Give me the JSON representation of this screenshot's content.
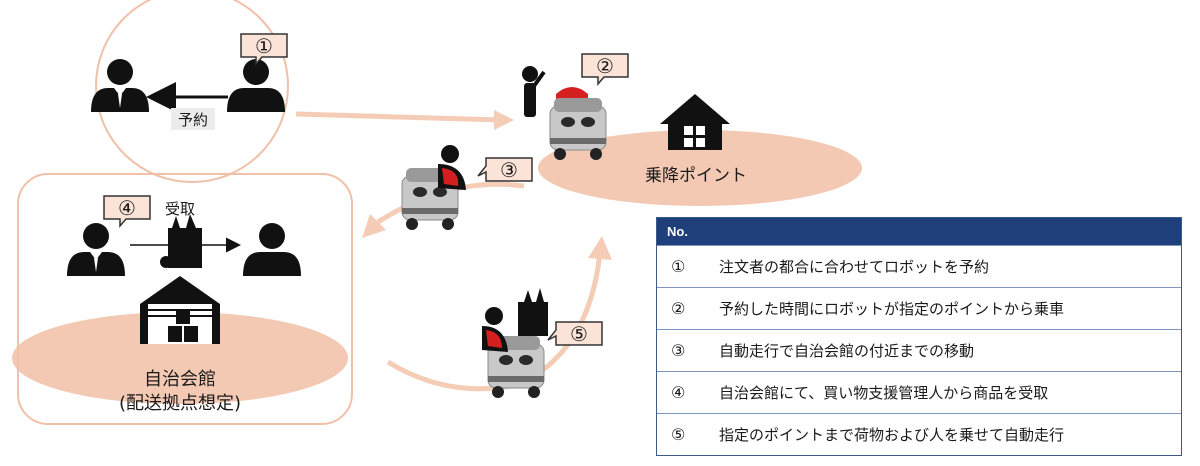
{
  "labels": {
    "reserve": "予約",
    "receive": "受取",
    "boarding_point": "乗降ポイント",
    "hub_line1": "自治会館",
    "hub_line2": "(配送拠点想定)"
  },
  "callouts": [
    "①",
    "②",
    "③",
    "④",
    "⑤"
  ],
  "table": {
    "header": "No.",
    "rows": [
      {
        "num": "①",
        "text": "注文者の都合に合わせてロボットを予約"
      },
      {
        "num": "②",
        "text": "予約した時間にロボットが指定のポイントから乗車"
      },
      {
        "num": "③",
        "text": "自動走行で自治会館の付近までの移動"
      },
      {
        "num": "④",
        "text": "自治会館にて、買い物支援管理人から商品を受取"
      },
      {
        "num": "⑤",
        "text": "指定のポイントまで荷物および人を乗せて自動走行"
      }
    ]
  },
  "colors": {
    "accent_fill": "#f3c9b3",
    "accent_stroke": "#f0c0a8",
    "arrow": "#f5cdb6",
    "callout_bg": "#fbe3d8",
    "table_header": "#1f3f7a",
    "robot_body": "#c8c8c8",
    "robot_red": "#d42020"
  },
  "icons": {
    "person": "person-silhouette-icon",
    "person_suit": "person-with-tie-icon",
    "house": "house-icon",
    "warehouse": "warehouse-icon",
    "robot": "delivery-robot-icon",
    "grocery": "grocery-bag-icon"
  }
}
